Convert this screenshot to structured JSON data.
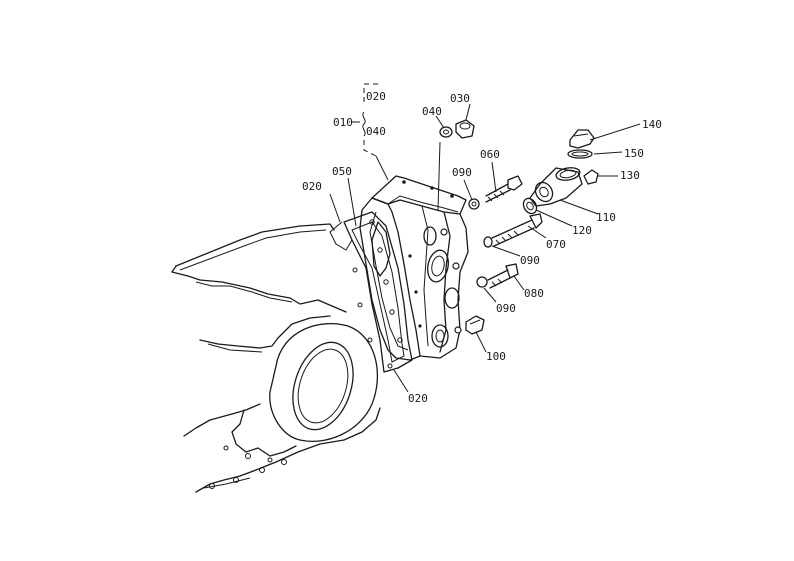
{
  "labels": {
    "p010": "010",
    "p020_group": "020",
    "p040_group": "040",
    "p020_a": "020",
    "p020_b": "020",
    "p030": "030",
    "p040": "040",
    "p050": "050",
    "p060": "060",
    "p070": "070",
    "p080": "080",
    "p090_a": "090",
    "p090_b": "090",
    "p090_c": "090",
    "p100": "100",
    "p110": "110",
    "p120": "120",
    "p130": "130",
    "p140": "140",
    "p150": "150"
  }
}
